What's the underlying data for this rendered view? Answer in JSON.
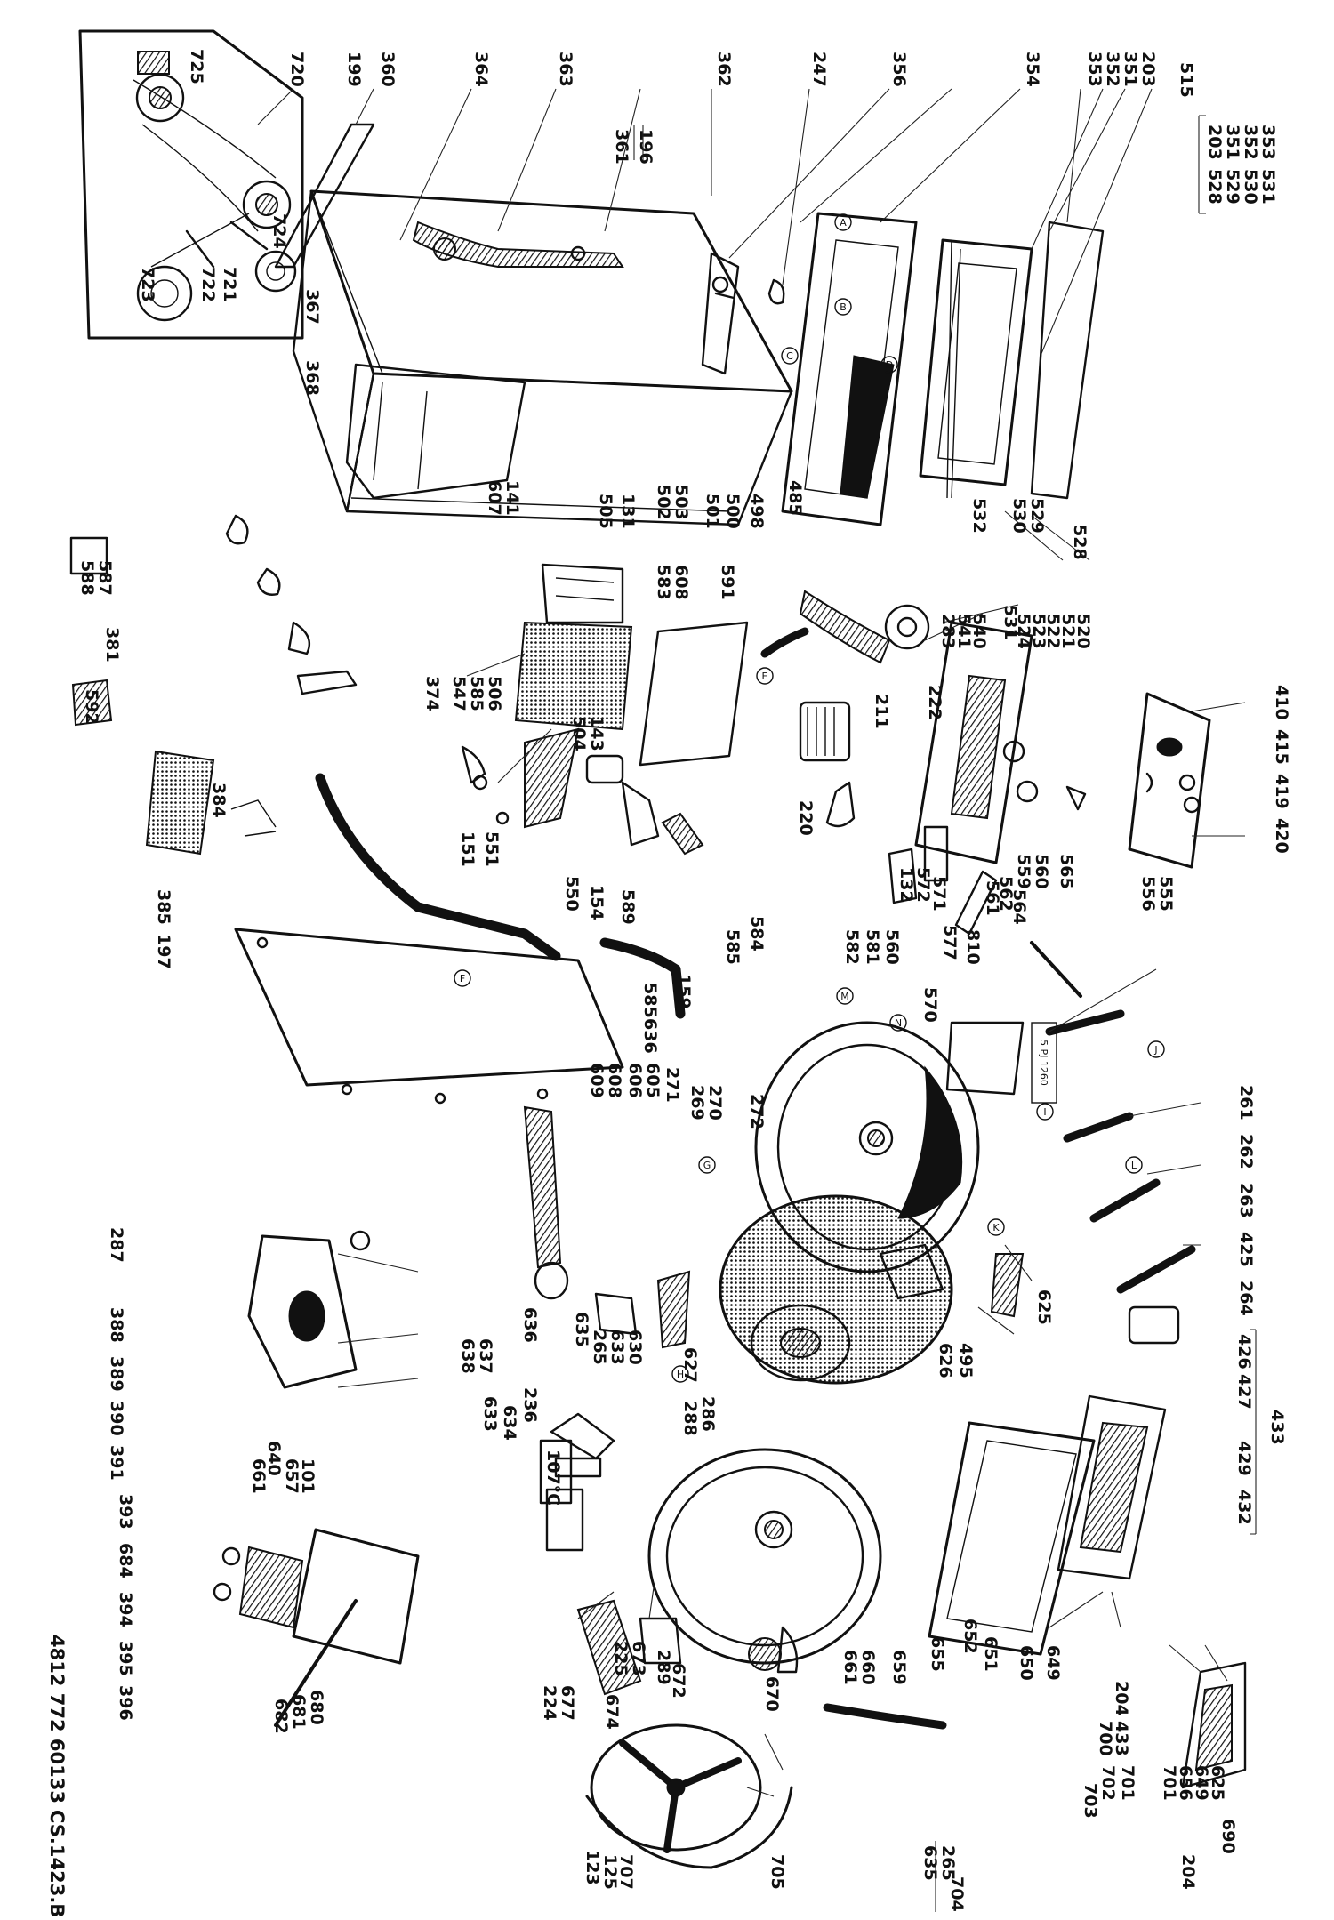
{
  "document_number": "4812 772 60133",
  "sheet_code": "CS.1423.B",
  "thermal_label": "107°C",
  "belt_label": "5 PJ 1260",
  "callouts": [
    {
      "id": "c515",
      "text": "515"
    },
    {
      "id": "c203a",
      "text": "203"
    },
    {
      "id": "c351a",
      "text": "351"
    },
    {
      "id": "c352a",
      "text": "352"
    },
    {
      "id": "c353a",
      "text": "353"
    },
    {
      "id": "c528a",
      "text": "528"
    },
    {
      "id": "c529a",
      "text": "529"
    },
    {
      "id": "c530a",
      "text": "530"
    },
    {
      "id": "c531a",
      "text": "531"
    },
    {
      "id": "c203",
      "text": "203"
    },
    {
      "id": "c351",
      "text": "351"
    },
    {
      "id": "c352",
      "text": "352"
    },
    {
      "id": "c353",
      "text": "353"
    },
    {
      "id": "c354",
      "text": "354"
    },
    {
      "id": "c356",
      "text": "356"
    },
    {
      "id": "c247",
      "text": "247"
    },
    {
      "id": "c362",
      "text": "362"
    },
    {
      "id": "c196",
      "text": "196"
    },
    {
      "id": "c361",
      "text": "361"
    },
    {
      "id": "c363",
      "text": "363"
    },
    {
      "id": "c364",
      "text": "364"
    },
    {
      "id": "c360",
      "text": "360"
    },
    {
      "id": "c199",
      "text": "199"
    },
    {
      "id": "c720",
      "text": "720"
    },
    {
      "id": "c725",
      "text": "725"
    },
    {
      "id": "c721",
      "text": "721"
    },
    {
      "id": "c722",
      "text": "722"
    },
    {
      "id": "c723",
      "text": "723"
    },
    {
      "id": "c724",
      "text": "724"
    },
    {
      "id": "c367",
      "text": "367"
    },
    {
      "id": "c368",
      "text": "368"
    },
    {
      "id": "c141",
      "text": "141"
    },
    {
      "id": "c607",
      "text": "607"
    },
    {
      "id": "c505",
      "text": "505"
    },
    {
      "id": "c131",
      "text": "131"
    },
    {
      "id": "c502",
      "text": "502"
    },
    {
      "id": "c503",
      "text": "503"
    },
    {
      "id": "c501",
      "text": "501"
    },
    {
      "id": "c500",
      "text": "500"
    },
    {
      "id": "c498",
      "text": "498"
    },
    {
      "id": "c485",
      "text": "485"
    },
    {
      "id": "c532",
      "text": "532"
    },
    {
      "id": "c530",
      "text": "530"
    },
    {
      "id": "c529",
      "text": "529"
    },
    {
      "id": "c528",
      "text": "528"
    },
    {
      "id": "c531",
      "text": "531"
    },
    {
      "id": "c608",
      "text": "608"
    },
    {
      "id": "c583",
      "text": "583"
    },
    {
      "id": "c591",
      "text": "591"
    },
    {
      "id": "c520",
      "text": "520"
    },
    {
      "id": "c521",
      "text": "521"
    },
    {
      "id": "c522",
      "text": "522"
    },
    {
      "id": "c523",
      "text": "523"
    },
    {
      "id": "c524",
      "text": "524"
    },
    {
      "id": "c540",
      "text": "540"
    },
    {
      "id": "c541",
      "text": "541"
    },
    {
      "id": "c283",
      "text": "283"
    },
    {
      "id": "c222",
      "text": "222"
    },
    {
      "id": "c211",
      "text": "211"
    },
    {
      "id": "c410",
      "text": "410"
    },
    {
      "id": "c415",
      "text": "415"
    },
    {
      "id": "c419",
      "text": "419"
    },
    {
      "id": "c420",
      "text": "420"
    },
    {
      "id": "c381",
      "text": "381"
    },
    {
      "id": "c587",
      "text": "587"
    },
    {
      "id": "c588",
      "text": "588"
    },
    {
      "id": "c592",
      "text": "592"
    },
    {
      "id": "c374",
      "text": "374"
    },
    {
      "id": "c547",
      "text": "547"
    },
    {
      "id": "c585b",
      "text": "585"
    },
    {
      "id": "c506b",
      "text": "506"
    },
    {
      "id": "c143",
      "text": "143"
    },
    {
      "id": "c504",
      "text": "504"
    },
    {
      "id": "c384",
      "text": "384"
    },
    {
      "id": "c151",
      "text": "151"
    },
    {
      "id": "c551",
      "text": "551"
    },
    {
      "id": "c550",
      "text": "550"
    },
    {
      "id": "c154",
      "text": "154"
    },
    {
      "id": "c589",
      "text": "589"
    },
    {
      "id": "c220",
      "text": "220"
    },
    {
      "id": "c132",
      "text": "132"
    },
    {
      "id": "c572",
      "text": "572"
    },
    {
      "id": "c571",
      "text": "571"
    },
    {
      "id": "c561",
      "text": "561"
    },
    {
      "id": "c559",
      "text": "559"
    },
    {
      "id": "c560",
      "text": "560"
    },
    {
      "id": "c565",
      "text": "565"
    },
    {
      "id": "c562",
      "text": "562"
    },
    {
      "id": "c556",
      "text": "556"
    },
    {
      "id": "c555",
      "text": "555"
    },
    {
      "id": "c385",
      "text": "385"
    },
    {
      "id": "c197",
      "text": "197"
    },
    {
      "id": "c584",
      "text": "584"
    },
    {
      "id": "c585",
      "text": "585"
    },
    {
      "id": "c159",
      "text": "159"
    },
    {
      "id": "c585c",
      "text": "585"
    },
    {
      "id": "c636",
      "text": "636"
    },
    {
      "id": "c564",
      "text": "564"
    },
    {
      "id": "c810",
      "text": "810"
    },
    {
      "id": "c577",
      "text": "577"
    },
    {
      "id": "c560b",
      "text": "560"
    },
    {
      "id": "c581",
      "text": "581"
    },
    {
      "id": "c582",
      "text": "582"
    },
    {
      "id": "c570",
      "text": "570"
    },
    {
      "id": "c261",
      "text": "261"
    },
    {
      "id": "c262",
      "text": "262"
    },
    {
      "id": "c263",
      "text": "263"
    },
    {
      "id": "c425",
      "text": "425"
    },
    {
      "id": "c264",
      "text": "264"
    },
    {
      "id": "c609",
      "text": "609"
    },
    {
      "id": "c608b",
      "text": "608"
    },
    {
      "id": "c606",
      "text": "606"
    },
    {
      "id": "c605",
      "text": "605"
    },
    {
      "id": "c271",
      "text": "271"
    },
    {
      "id": "c269",
      "text": "269"
    },
    {
      "id": "c270",
      "text": "270"
    },
    {
      "id": "c272",
      "text": "272"
    },
    {
      "id": "c287",
      "text": "287"
    },
    {
      "id": "c388",
      "text": "388"
    },
    {
      "id": "c389",
      "text": "389"
    },
    {
      "id": "c390",
      "text": "390"
    },
    {
      "id": "c391",
      "text": "391"
    },
    {
      "id": "c638",
      "text": "638"
    },
    {
      "id": "c637",
      "text": "637"
    },
    {
      "id": "c636b",
      "text": "636"
    },
    {
      "id": "c635",
      "text": "635"
    },
    {
      "id": "c265",
      "text": "265"
    },
    {
      "id": "c633",
      "text": "633"
    },
    {
      "id": "c630",
      "text": "630"
    },
    {
      "id": "c627",
      "text": "627"
    },
    {
      "id": "c626",
      "text": "626"
    },
    {
      "id": "c495",
      "text": "495"
    },
    {
      "id": "c625",
      "text": "625"
    },
    {
      "id": "c426",
      "text": "426"
    },
    {
      "id": "c427",
      "text": "427"
    },
    {
      "id": "c429",
      "text": "429"
    },
    {
      "id": "c432",
      "text": "432"
    },
    {
      "id": "c433",
      "text": "433"
    },
    {
      "id": "c633b",
      "text": "633"
    },
    {
      "id": "c634",
      "text": "634"
    },
    {
      "id": "c236",
      "text": "236"
    },
    {
      "id": "c286",
      "text": "286"
    },
    {
      "id": "c288",
      "text": "288"
    },
    {
      "id": "c640",
      "text": "640"
    },
    {
      "id": "c661",
      "text": "661"
    },
    {
      "id": "c657",
      "text": "657"
    },
    {
      "id": "c101",
      "text": "101"
    },
    {
      "id": "c393",
      "text": "393"
    },
    {
      "id": "c684",
      "text": "684"
    },
    {
      "id": "c394",
      "text": "394"
    },
    {
      "id": "c395",
      "text": "395"
    },
    {
      "id": "c396",
      "text": "396"
    },
    {
      "id": "c680",
      "text": "680"
    },
    {
      "id": "c681",
      "text": "681"
    },
    {
      "id": "c682",
      "text": "682"
    },
    {
      "id": "c677",
      "text": "677"
    },
    {
      "id": "c224",
      "text": "224"
    },
    {
      "id": "c674",
      "text": "674"
    },
    {
      "id": "c673",
      "text": "673"
    },
    {
      "id": "c225",
      "text": "225"
    },
    {
      "id": "c289",
      "text": "289"
    },
    {
      "id": "c672",
      "text": "672"
    },
    {
      "id": "c670",
      "text": "670"
    },
    {
      "id": "c661b",
      "text": "661"
    },
    {
      "id": "c660",
      "text": "660"
    },
    {
      "id": "c659",
      "text": "659"
    },
    {
      "id": "c655",
      "text": "655"
    },
    {
      "id": "c652",
      "text": "652"
    },
    {
      "id": "c651",
      "text": "651"
    },
    {
      "id": "c650",
      "text": "650"
    },
    {
      "id": "c649",
      "text": "649"
    },
    {
      "id": "c204",
      "text": "204"
    },
    {
      "id": "c433b",
      "text": "433"
    },
    {
      "id": "c700",
      "text": "700"
    },
    {
      "id": "c701",
      "text": "701"
    },
    {
      "id": "c702",
      "text": "702"
    },
    {
      "id": "c703",
      "text": "703"
    },
    {
      "id": "c625b",
      "text": "625"
    },
    {
      "id": "c649b",
      "text": "649"
    },
    {
      "id": "c656",
      "text": "656"
    },
    {
      "id": "c701b",
      "text": "701"
    },
    {
      "id": "c690",
      "text": "690"
    },
    {
      "id": "c204b",
      "text": "204"
    },
    {
      "id": "c123",
      "text": "123"
    },
    {
      "id": "c125",
      "text": "125"
    },
    {
      "id": "c707",
      "text": "707"
    },
    {
      "id": "c705",
      "text": "705"
    },
    {
      "id": "c265b",
      "text": "265"
    },
    {
      "id": "c635b",
      "text": "635"
    },
    {
      "id": "c704",
      "text": "704"
    }
  ],
  "circle_markers": [
    "A",
    "B",
    "C",
    "D",
    "E",
    "F",
    "G",
    "H",
    "I",
    "J",
    "K",
    "L",
    "M",
    "N"
  ]
}
